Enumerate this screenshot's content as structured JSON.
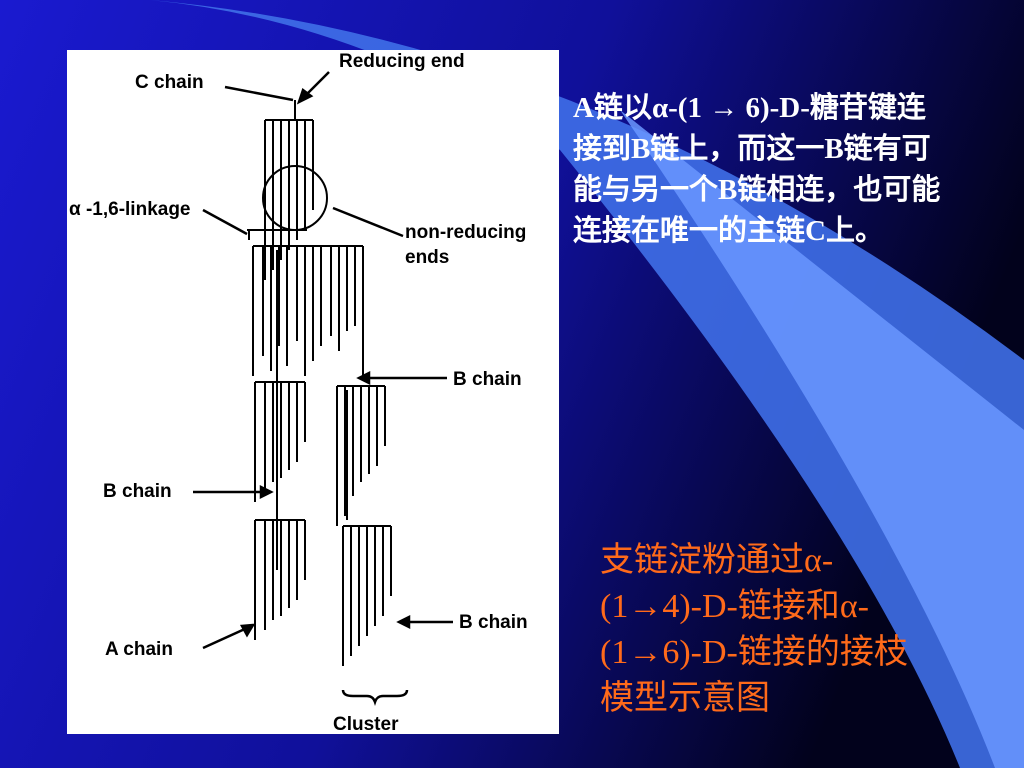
{
  "slide": {
    "colors": {
      "background": "#1414b8",
      "accent_blue": "#4a7cf0",
      "panel": "#ffffff",
      "text_primary": "#ffffff",
      "text_accent": "#ff6a1a"
    },
    "figure": {
      "labels": {
        "reducing_end": "Reducing end",
        "c_chain": "C chain",
        "alpha_linkage": "α -1,6-linkage",
        "non_reducing_1": "non-reducing",
        "non_reducing_2": "ends",
        "b_chain_1": "B chain",
        "b_chain_2": "B chain",
        "b_chain_3": "B chain",
        "a_chain": "A chain",
        "cluster": "Cluster"
      }
    },
    "text_top": "A链以α-(1 → 6)-D-糖苷键连\n接到B链上，而这一B链有可\n能与另一个B链相连，也可能\n连接在唯一的主链C上。",
    "text_bottom": "支链淀粉通过α-\n(1→4)-D-链接和α-\n(1→6)-D-链接的接枝\n模型示意图"
  }
}
